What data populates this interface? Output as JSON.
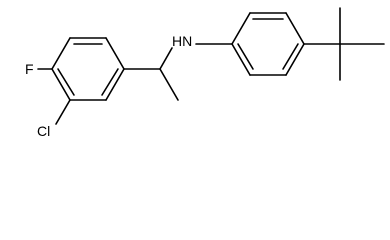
{
  "molecule": {
    "atom_labels": {
      "fluorine": "F",
      "chlorine": "Cl",
      "amine": "HN"
    },
    "colors": {
      "bond": "#000000",
      "background": "#ffffff"
    }
  }
}
